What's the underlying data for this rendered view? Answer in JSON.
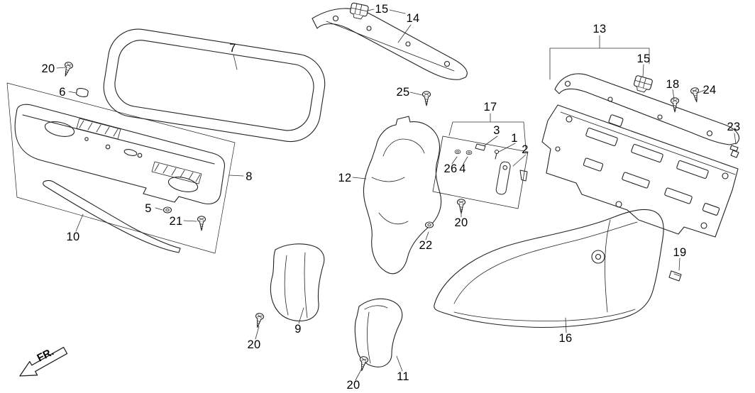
{
  "fr_indicator": "FR.",
  "callouts": [
    "20",
    "6",
    "7",
    "15",
    "14",
    "25",
    "13",
    "15",
    "18",
    "24",
    "23",
    "17",
    "3",
    "1",
    "2",
    "26",
    "4",
    "12",
    "8",
    "5",
    "21",
    "10",
    "20",
    "22",
    "9",
    "20",
    "11",
    "20",
    "16",
    "19"
  ],
  "icons": {
    "screw": "screw-icon",
    "nut": "nut-icon",
    "clip": "clip-icon",
    "cap": "cap-icon",
    "arrow": "fr-direction-arrow"
  },
  "colors": {
    "line": "#222222",
    "leader": "#333333",
    "background": "#ffffff"
  }
}
